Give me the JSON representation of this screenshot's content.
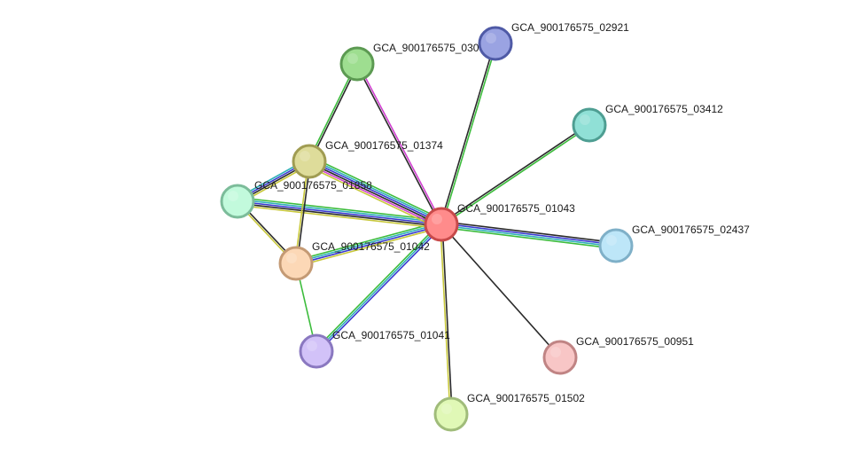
{
  "network": {
    "center": "GCA_900176575_01043",
    "nodes": [
      {
        "id": "n01043",
        "label": "GCA_900176575_01043",
        "fill": "#ff8b8b",
        "stroke": "#c84a4a"
      },
      {
        "id": "n03xx",
        "label": "GCA_900176575_030",
        "fill": "#9ede90",
        "stroke": "#5c9a52"
      },
      {
        "id": "n02921",
        "label": "GCA_900176575_02921",
        "fill": "#9aa3e2",
        "stroke": "#4f5aa6"
      },
      {
        "id": "n03412",
        "label": "GCA_900176575_03412",
        "fill": "#90e0d6",
        "stroke": "#4e9e92"
      },
      {
        "id": "n02437",
        "label": "GCA_900176575_02437",
        "fill": "#bde6f8",
        "stroke": "#7fb0c8"
      },
      {
        "id": "n00951",
        "label": "GCA_900176575_00951",
        "fill": "#f8c6c6",
        "stroke": "#c08484"
      },
      {
        "id": "n01502",
        "label": "GCA_900176575_01502",
        "fill": "#e0f8b6",
        "stroke": "#a0bc7a"
      },
      {
        "id": "n01041",
        "label": "GCA_900176575_01041",
        "fill": "#d2c2f8",
        "stroke": "#8a78c0"
      },
      {
        "id": "n01042",
        "label": "GCA_900176575_01042",
        "fill": "#fcd8b6",
        "stroke": "#c49a74"
      },
      {
        "id": "n01858",
        "label": "GCA_900176575_01858",
        "fill": "#c2fadc",
        "stroke": "#7cbc9a"
      },
      {
        "id": "n01374",
        "label": "GCA_900176575_01374",
        "fill": "#dedc9a",
        "stroke": "#a09c52"
      }
    ],
    "edges": [
      {
        "from": "n01043",
        "to": "n03xx",
        "colors": [
          "#2a2a2a",
          "#d040d0"
        ]
      },
      {
        "from": "n01043",
        "to": "n02921",
        "colors": [
          "#2a2a2a",
          "#3cbc3c"
        ]
      },
      {
        "from": "n01043",
        "to": "n03412",
        "colors": [
          "#2a2a2a",
          "#3cbc3c"
        ]
      },
      {
        "from": "n01043",
        "to": "n02437",
        "colors": [
          "#2a2a2a",
          "#3a3ad0",
          "#30b0b8",
          "#3cbc3c"
        ]
      },
      {
        "from": "n01043",
        "to": "n00951",
        "colors": [
          "#2a2a2a"
        ]
      },
      {
        "from": "n01043",
        "to": "n01502",
        "colors": [
          "#2a2a2a",
          "#c8c83c"
        ]
      },
      {
        "from": "n01043",
        "to": "n01041",
        "colors": [
          "#3a3ad0",
          "#30b0b8",
          "#3cbc3c"
        ]
      },
      {
        "from": "n01043",
        "to": "n01042",
        "colors": [
          "#c8c83c",
          "#3a3ad0",
          "#30b0b8",
          "#3cbc3c"
        ]
      },
      {
        "from": "n01043",
        "to": "n01858",
        "colors": [
          "#c8c83c",
          "#2a2a2a",
          "#3a3ad0",
          "#30b0b8",
          "#3cbc3c"
        ]
      },
      {
        "from": "n01043",
        "to": "n01374",
        "colors": [
          "#c8c83c",
          "#d040d0",
          "#2a2a2a",
          "#3a3ad0",
          "#30b0b8",
          "#3cbc3c"
        ]
      },
      {
        "from": "n03xx",
        "to": "n01374",
        "colors": [
          "#2a2a2a",
          "#3cbc3c"
        ]
      },
      {
        "from": "n01374",
        "to": "n01858",
        "colors": [
          "#c8c83c",
          "#2a2a2a",
          "#3a3ad0",
          "#30b0b8"
        ]
      },
      {
        "from": "n01374",
        "to": "n01042",
        "colors": [
          "#2a2a2a",
          "#c8c83c"
        ]
      },
      {
        "from": "n01858",
        "to": "n01042",
        "colors": [
          "#2a2a2a",
          "#c8c83c"
        ]
      },
      {
        "from": "n01042",
        "to": "n01041",
        "colors": [
          "#3cbc3c"
        ]
      }
    ]
  }
}
